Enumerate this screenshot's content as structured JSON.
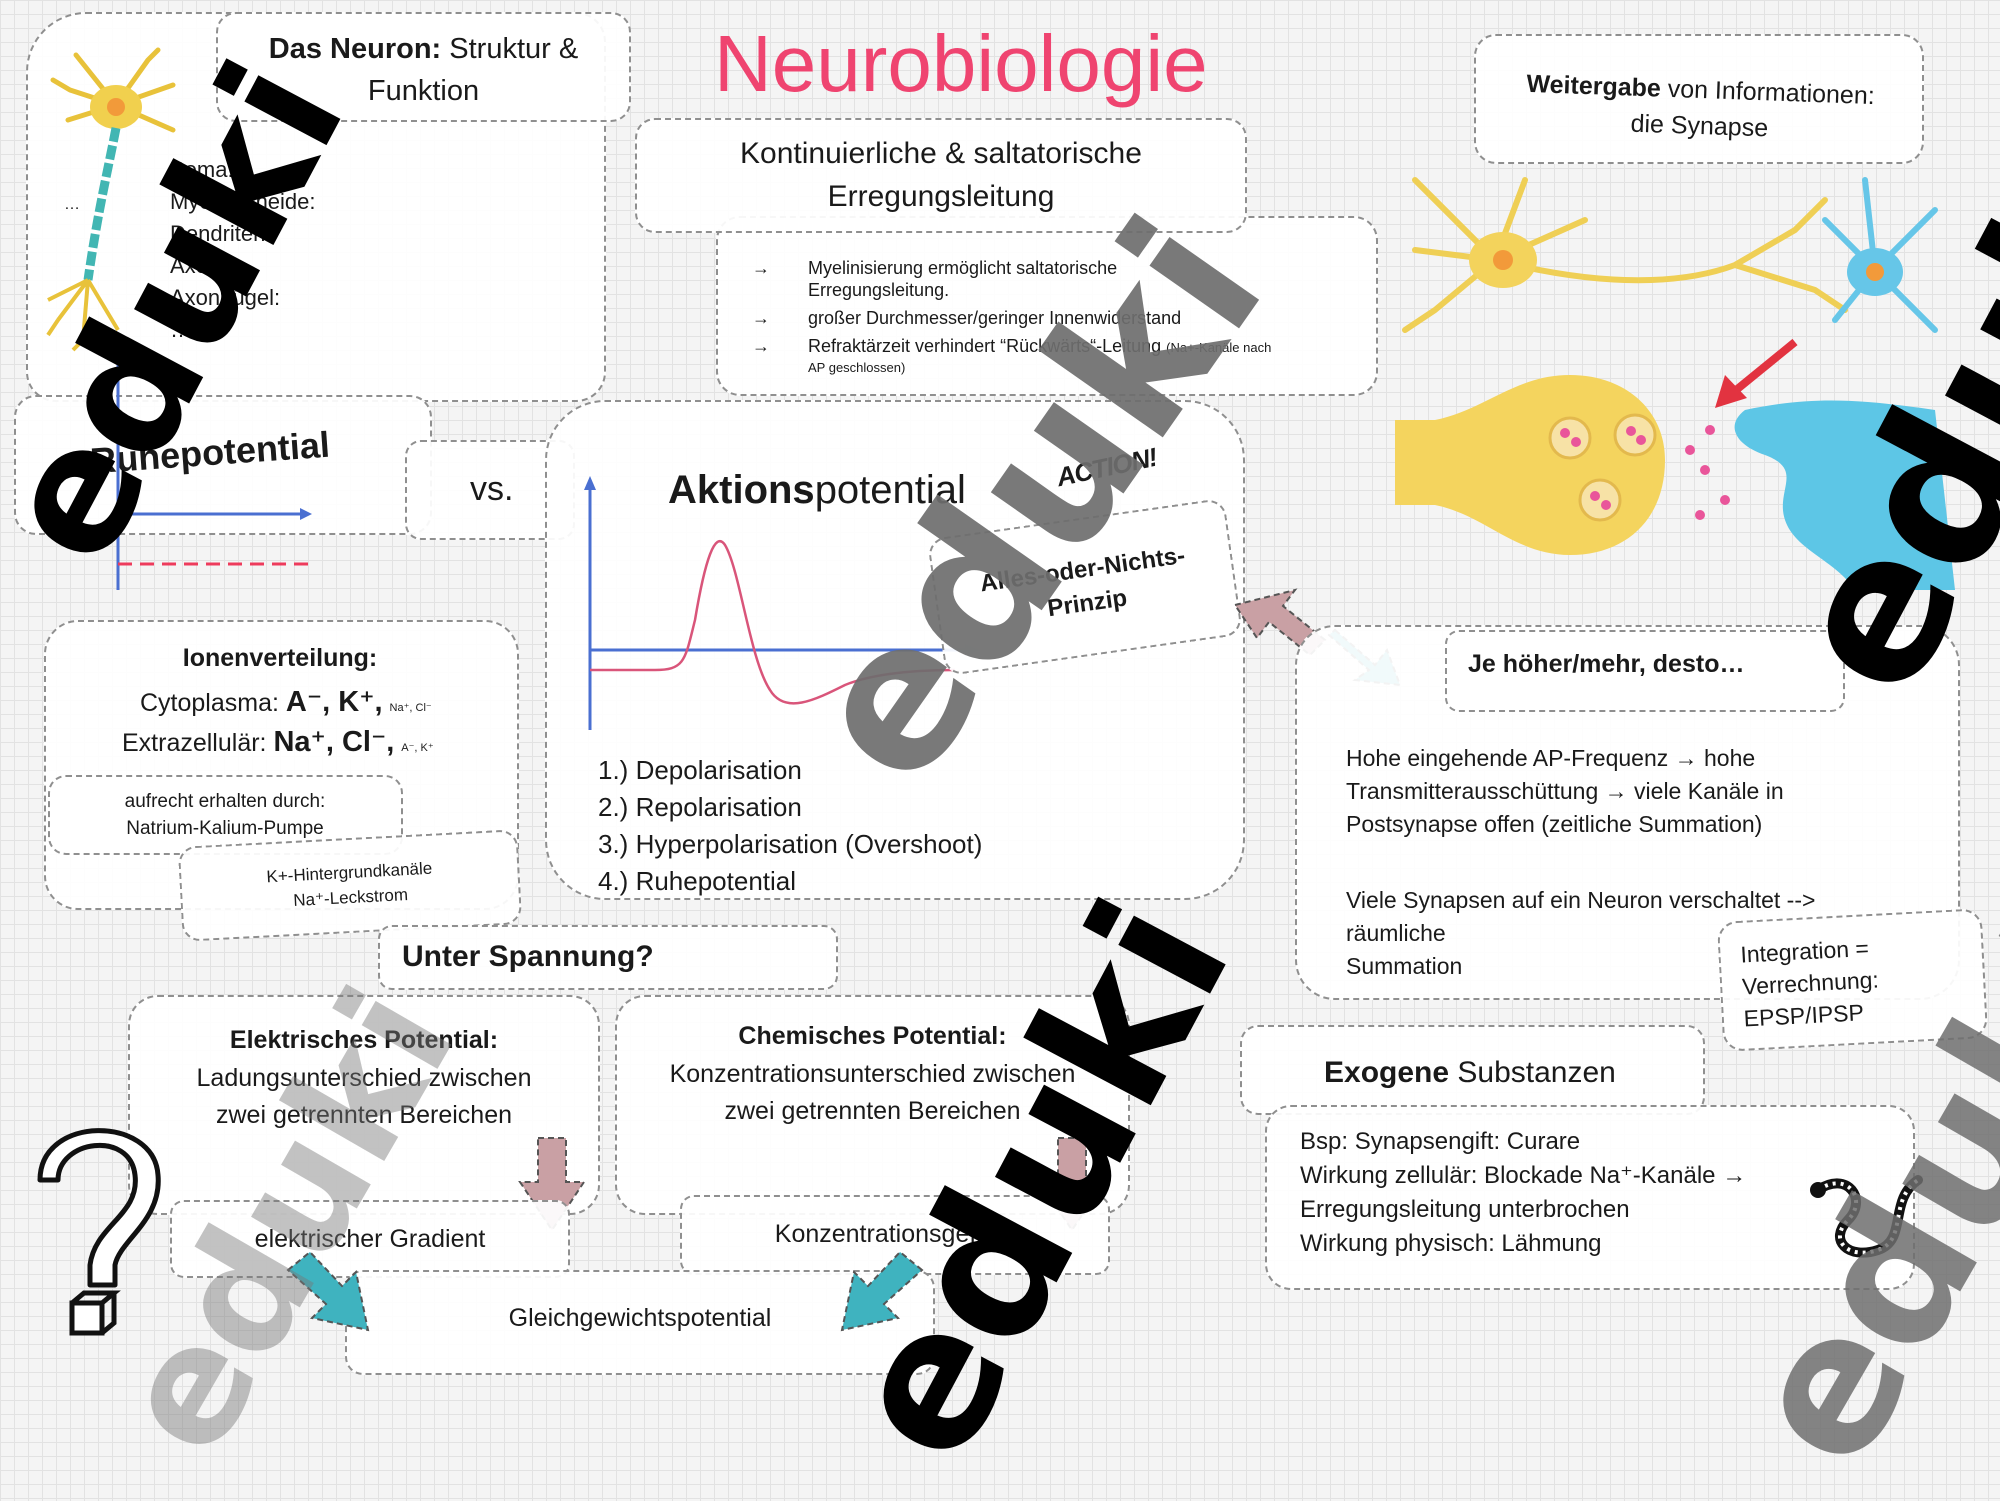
{
  "title": "Neurobiologie",
  "neuron": {
    "heading_bold": "Das Neuron:",
    "heading_rest": "Struktur &",
    "heading_line2": "Funktion",
    "items": [
      "Soma:",
      "Myelinscheide:",
      "Dendriten:",
      "Axon:",
      "Axonhügel:",
      "…"
    ],
    "side_dots": "…"
  },
  "leitung": {
    "heading_line1": "Kontinuierliche & saltatorische",
    "heading_line2": "Erregungsleitung",
    "arrow": "→",
    "bullets": [
      {
        "text": "Myelinisierung ermöglicht saltatorische",
        "cont": "Erregungsleitung."
      },
      {
        "text": "großer Durchmesser/geringer Innenwiderstand",
        "cont": ""
      },
      {
        "text": "Refraktärzeit verhindert “Rückwärts“-Leitung",
        "small": "(Na+-Kanäle nach",
        "cont": "AP geschlossen)"
      }
    ]
  },
  "synapse": {
    "heading_bold": "Weitergabe",
    "heading_rest": "von Informationen:",
    "heading_line2": "die Synapse"
  },
  "ruhe": {
    "heading": "Ruhepotential",
    "vs": "vs."
  },
  "aktion": {
    "heading_bold": "Aktions",
    "heading_rest": "potential",
    "action_label": "ACTION!",
    "prinzip_line1": "Alles-oder-Nichts-",
    "prinzip_line2": "Prinzip",
    "phases": [
      "1.) Depolarisation",
      "2.) Repolarisation",
      "3.) Hyperpolarisation (Overshoot)",
      "4.) Ruhepotential"
    ]
  },
  "ionen": {
    "heading": "Ionenverteilung:",
    "cyto_label": "Cytoplasma:",
    "cyto_main": "A⁻, K⁺,",
    "cyto_small": "Na⁺, Cl⁻",
    "extra_label": "Extrazellulär:",
    "extra_main": "Na⁺, Cl⁻,",
    "extra_small": "A⁻, K⁺",
    "pump_line1": "aufrecht erhalten durch:",
    "pump_line2": "Natrium-Kalium-Pumpe",
    "leak_line1": "K+-Hintergrundkanäle",
    "leak_line2": "Na⁺-Leckstrom"
  },
  "desto": {
    "heading": "Je höher/mehr, desto…",
    "p1": [
      "Hohe eingehende AP-Frequenz → hohe",
      "Transmitterausschüttung → viele Kanäle in",
      "Postsynapse offen (zeitliche Summation)"
    ],
    "p2": [
      "Viele Synapsen auf ein Neuron verschaltet -->",
      "räumliche",
      "Summation"
    ],
    "integration": [
      "Integration =",
      "Verrechnung:",
      "EPSP/IPSP"
    ]
  },
  "spannung": {
    "heading": "Unter Spannung?",
    "elec_heading": "Elektrisches Potential:",
    "elec_text": [
      "Ladungsunterschied zwischen",
      "zwei getrennten Bereichen"
    ],
    "chem_heading": "Chemisches Potential:",
    "chem_text": [
      "Konzentrationsunterschied zwischen",
      "zwei getrennten Bereichen"
    ],
    "elec_gradient": "elektrischer Gradient",
    "chem_gradient": "Konzentrationsgefälle",
    "equilibrium": "Gleichgewichtspotential"
  },
  "exogen": {
    "heading_bold": "Exogene",
    "heading_rest": "Substanzen",
    "lines": [
      "Bsp: Synapsengift: Curare",
      "Wirkung zellulär: Blockade Na⁺-Kanäle →",
      "Erregungsleitung unterbrochen",
      "Wirkung physisch: Lähmung"
    ]
  },
  "watermark": "eduki",
  "colors": {
    "title": "#ef4470",
    "axis": "#4a6fd1",
    "curve": "#d9557a",
    "dash": "#ee3b5c",
    "teal": "#3fb3bf",
    "rose": "#c9a0a4"
  }
}
